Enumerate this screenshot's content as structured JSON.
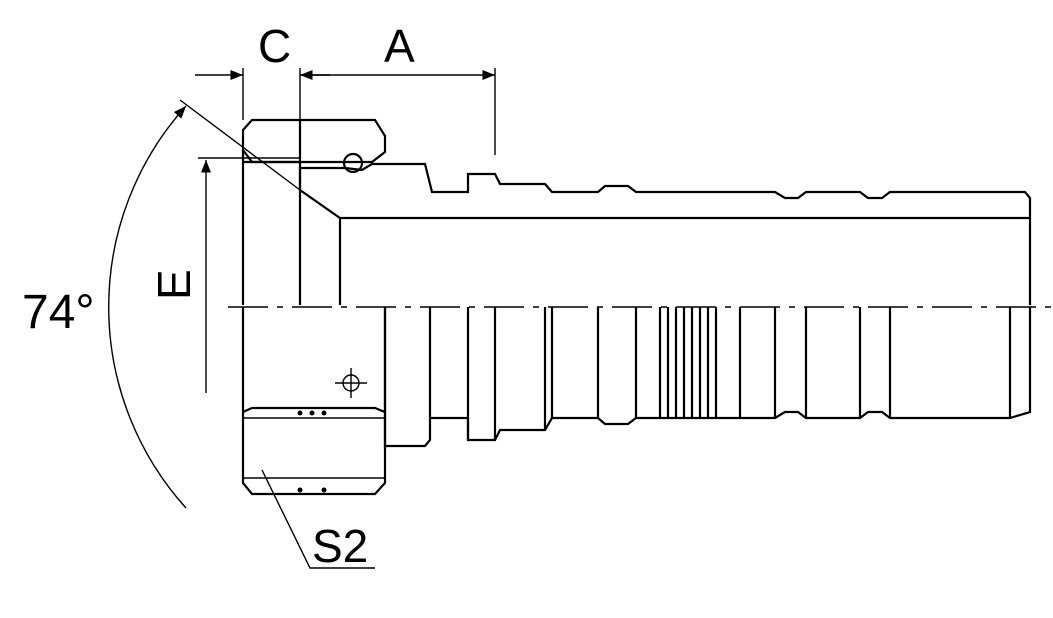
{
  "dimensions": {
    "c_label": "C",
    "a_label": "A",
    "e_label": "E",
    "angle_label": "74°",
    "s2_label": "S2"
  },
  "colors": {
    "line": "#000000",
    "background": "#ffffff"
  }
}
